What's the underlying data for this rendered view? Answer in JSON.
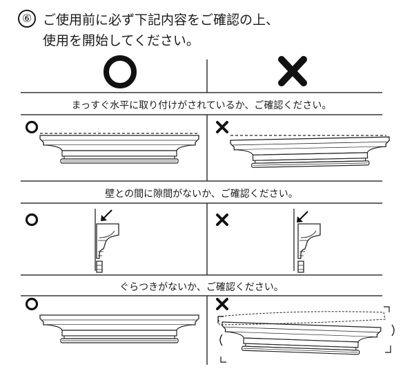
{
  "heading": {
    "number": "⑥",
    "line1": "ご使用前に必ず下記内容をご確認の上、",
    "line2": "使用を開始してください。"
  },
  "checks": [
    {
      "caption": "まっすぐ水平に取り付けがされているか、ご確認ください。"
    },
    {
      "caption": "壁との間に隙間がないか、ご確認ください。"
    },
    {
      "caption": "ぐらつきがないか、ご確認ください。"
    }
  ],
  "colors": {
    "ink": "#1a1a1a",
    "line": "#333333"
  }
}
